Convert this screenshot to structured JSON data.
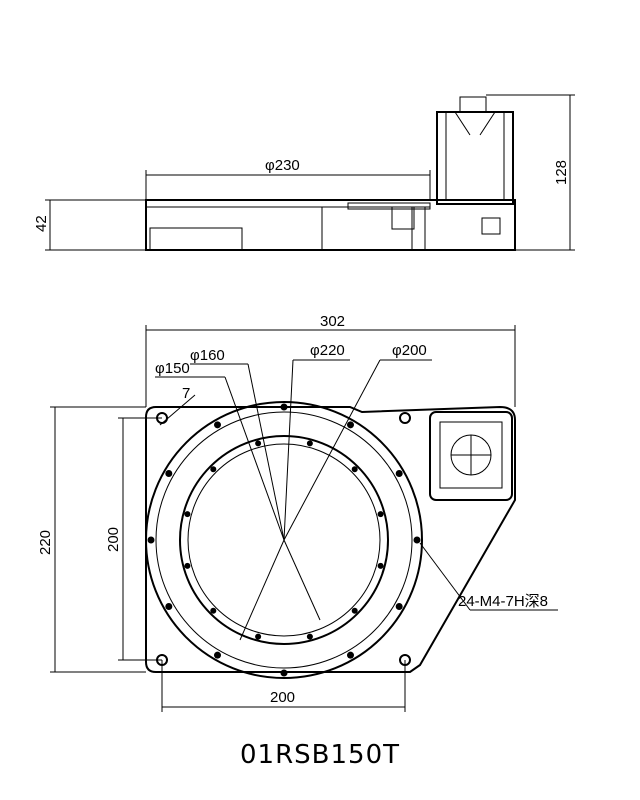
{
  "side_view": {
    "dim_diameter": "φ230",
    "dim_height_base": "42",
    "dim_height_total": "128"
  },
  "top_view": {
    "dim_width": "302",
    "dim_phi160": "φ160",
    "dim_phi220": "φ220",
    "dim_phi200": "φ200",
    "dim_phi150": "φ150",
    "dim_chamfer": "7",
    "dim_height_outer": "220",
    "dim_height_inner": "200",
    "dim_bottom": "200",
    "hole_callout": "24-M4-7H深8"
  },
  "model": "01RSB150T"
}
